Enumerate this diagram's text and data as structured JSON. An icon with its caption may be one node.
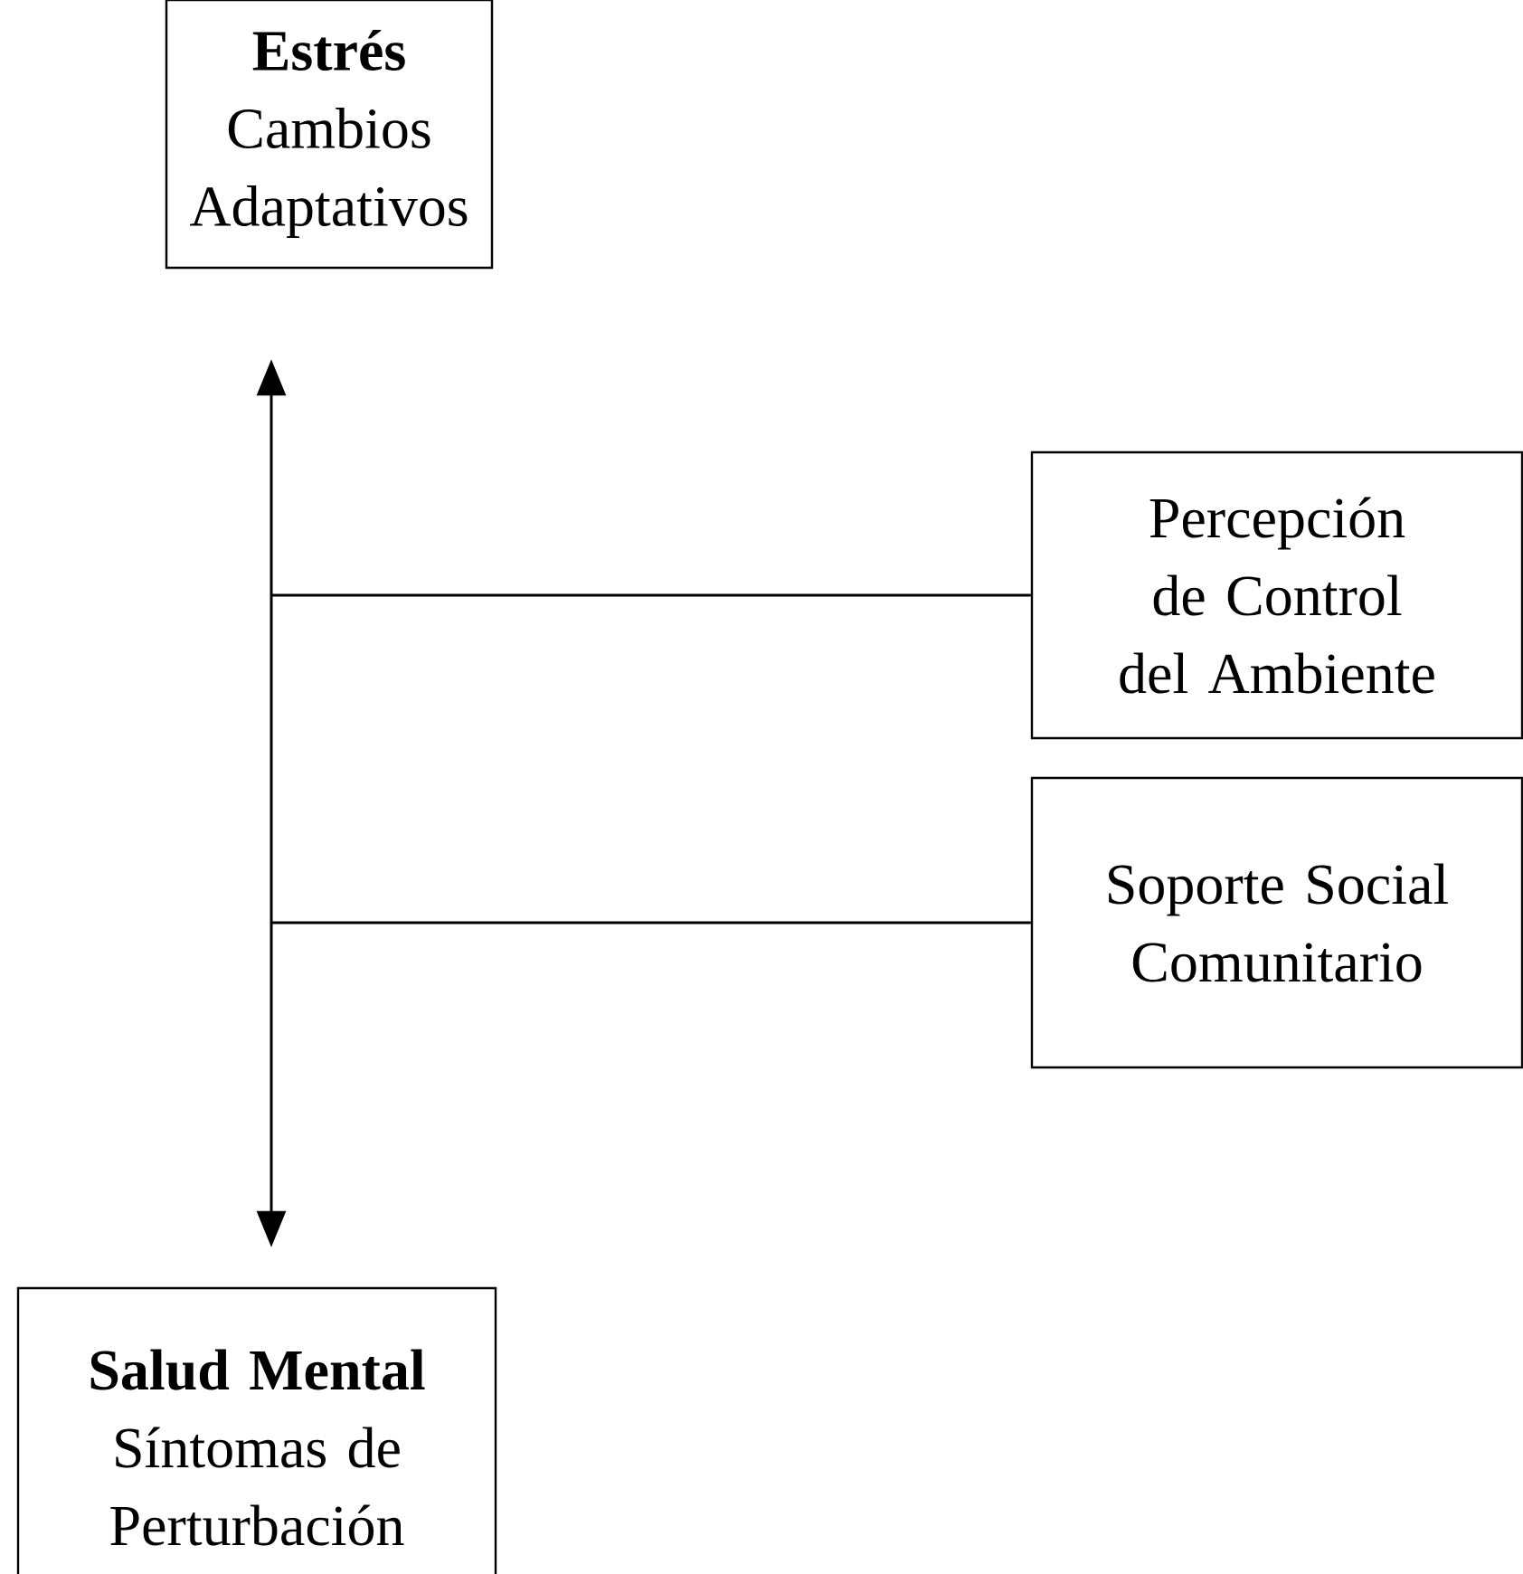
{
  "diagram": {
    "nodes": [
      {
        "text": [
          "Estrés",
          "Cambios Adaptativos"
        ]
      },
      {
        "text": [
          "Percepción de Control del Ambiente"
        ]
      },
      {
        "text": [
          "Soporte Social Comunitario"
        ]
      },
      {
        "text": [
          "Salud Mental",
          "Síntomas de Perturbación"
        ]
      }
    ],
    "edges": [
      {
        "from": 0,
        "to": 3,
        "arrow": "both"
      },
      {
        "from": null,
        "to": 1,
        "arrow": "none"
      },
      {
        "from": null,
        "to": 2,
        "arrow": "none"
      }
    ]
  }
}
